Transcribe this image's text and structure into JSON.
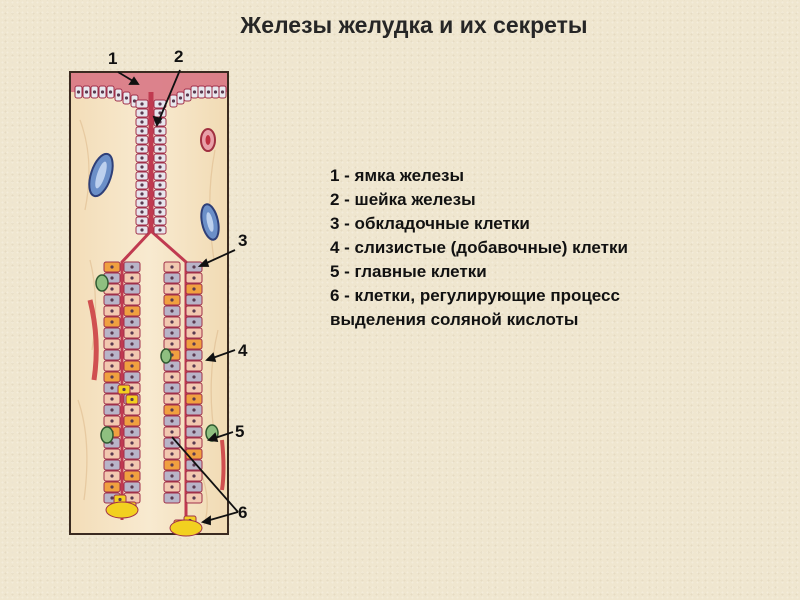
{
  "title": "Железы желудка и их секреты",
  "callouts": [
    "1",
    "2",
    "3",
    "4",
    "5",
    "6"
  ],
  "legend": [
    "1 - ямка железы",
    "2 - шейка железы",
    "3 - обкладочные клетки",
    "4 - слизистые (добавочные) клетки",
    "5 - главные клетки",
    "6 - клетки, регулирующие процесс",
    "выделения соляной кислоты"
  ],
  "colors": {
    "background": "#efe6cf",
    "tissue": "#f6e6c6",
    "pit_lumen": "#cf4a5c",
    "parietal_cell": "#f0a040",
    "mucous_cell": "#b8b4c8",
    "chief_cell": "#f2c8b0",
    "endocrine_cell": "#f2d020",
    "cell_outline": "#a0304a"
  }
}
